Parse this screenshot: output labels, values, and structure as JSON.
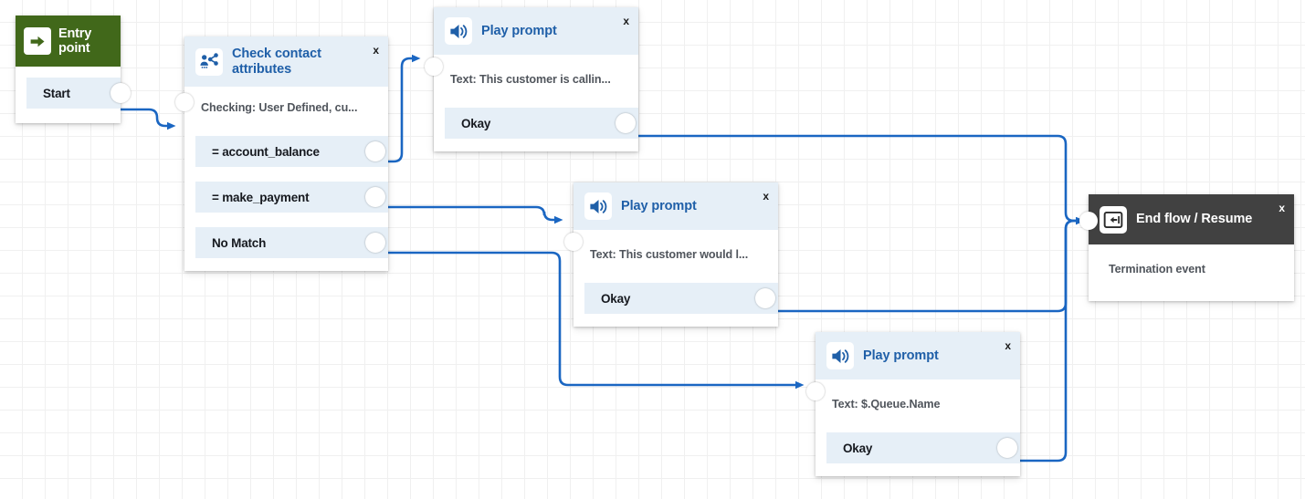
{
  "canvas": {
    "accent_blue": "#1a66c2",
    "node_header_blue_bg": "#e6eff7",
    "node_title_blue": "#1f5fa8",
    "entry_green": "#41681a",
    "end_dark": "#414141",
    "grid_line": "#f0f0f0",
    "close_label": "x"
  },
  "nodes": {
    "entry_point": {
      "title": "Entry\npoint",
      "title_line1": "Entry",
      "title_line2": "point",
      "icon": "arrow-right-in-box-icon",
      "ports": [
        {
          "label": "Start"
        }
      ]
    },
    "check_contact_attributes": {
      "title": "Check contact attributes",
      "icon": "contact-attributes-icon",
      "close_label": "x",
      "description": "Checking: User Defined, cu...",
      "ports": [
        {
          "label": "= account_balance"
        },
        {
          "label": "= make_payment"
        },
        {
          "label": "No Match"
        }
      ]
    },
    "play_prompt_1": {
      "title": "Play prompt",
      "icon": "speaker-icon",
      "close_label": "x",
      "description": "Text: This customer is callin...",
      "ports": [
        {
          "label": "Okay"
        }
      ]
    },
    "play_prompt_2": {
      "title": "Play prompt",
      "icon": "speaker-icon",
      "close_label": "x",
      "description": "Text: This customer would l...",
      "ports": [
        {
          "label": "Okay"
        }
      ]
    },
    "play_prompt_3": {
      "title": "Play prompt",
      "icon": "speaker-icon",
      "close_label": "x",
      "description": "Text: $.Queue.Name",
      "ports": [
        {
          "label": "Okay"
        }
      ]
    },
    "end_flow": {
      "title": "End flow / Resume",
      "icon": "end-flow-icon",
      "close_label": "x",
      "description": "Termination event",
      "ports": []
    }
  },
  "connections": [
    {
      "from": "entry_point.Start",
      "to": "check_contact_attributes.input"
    },
    {
      "from": "check_contact_attributes.= account_balance",
      "to": "play_prompt_1.input"
    },
    {
      "from": "check_contact_attributes.= make_payment",
      "to": "play_prompt_2.input"
    },
    {
      "from": "check_contact_attributes.No Match",
      "to": "play_prompt_3.input"
    },
    {
      "from": "play_prompt_1.Okay",
      "to": "end_flow.input"
    },
    {
      "from": "play_prompt_2.Okay",
      "to": "end_flow.input"
    },
    {
      "from": "play_prompt_3.Okay",
      "to": "end_flow.input"
    }
  ]
}
